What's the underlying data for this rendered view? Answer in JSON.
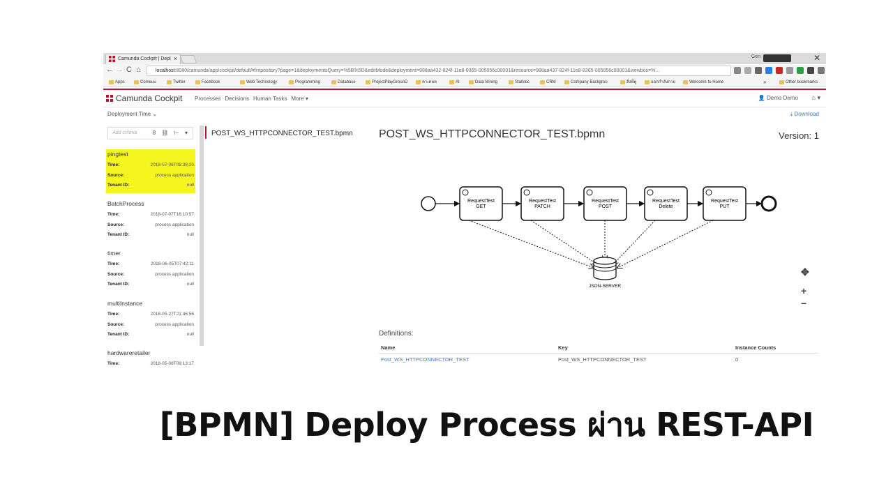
{
  "browser": {
    "tab_title": "Camunda Cockpit | Depl",
    "tab_close": "×",
    "window_close": "✕",
    "url_host": "localhost",
    "url_rest": ":8080/camunda/app/cockpit/default/#/repository?page=1&deploymentsQuery=%5B%5D&editMode&deployment=988aa432-824f-11e8-8365-005056c00001&resource=988aa437-824f-11e8-8365-005056c00001&viewbox=%...",
    "nav": {
      "back": "←",
      "forward": "→",
      "reload": "C",
      "home": "⌂"
    },
    "bookmarks": [
      "Apps",
      "Comeuu",
      "Twitter",
      "Facebook",
      "Web Technology",
      "Programming",
      "Database",
      "ProjectPlayGrounD",
      "คาเคยห",
      "AI",
      "Data Mining",
      "Statistic",
      "CRM",
      "Company Backgrou",
      "สิ่งที่ดู",
      "ออกกำลังกาย",
      "Welcome to Home",
      "Other bookmarks"
    ],
    "more_bookmarks": "»"
  },
  "app": {
    "brand": "Camunda Cockpit",
    "nav": [
      "Processes",
      "Decisions",
      "Human Tasks",
      "More ▾"
    ],
    "user": "Demo Demo",
    "user_icon": "👤",
    "home": "⌂ ▾",
    "sort_label": "Deployment Time ⌄",
    "download": "⤓ Download"
  },
  "sidebar": {
    "filter_placeholder": "Add criteria",
    "filter_icons": "8 ⛓ ⊢ ▾",
    "deployments": [
      {
        "name": "pingtest",
        "time": "2018-07-08T08:38:20",
        "source": "process application",
        "tenant": "null",
        "selected": true
      },
      {
        "name": "BatchProcess",
        "time": "2018-07-07T16:10:57",
        "source": "process application",
        "tenant": "null"
      },
      {
        "name": "timer",
        "time": "2018-06-05T07:42:11",
        "source": "process application",
        "tenant": "null"
      },
      {
        "name": "multiInstance",
        "time": "2018-05-27T21:46:56",
        "source": "process application",
        "tenant": "null"
      },
      {
        "name": "hardwareretailer",
        "time": "2018-05-08T09:13:17",
        "source": "",
        "tenant": ""
      }
    ],
    "labels": {
      "time": "Time:",
      "source": "Source:",
      "tenant": "Tenant ID:"
    }
  },
  "main": {
    "resource_name": "POST_WS_HTTPCONNECTOR_TEST.bpmn",
    "title": "POST_WS_HTTPCONNECTOR_TEST.bpmn",
    "version": "Version: 1",
    "diagram": {
      "tasks": [
        {
          "line1": "RequestTest",
          "line2": "GET"
        },
        {
          "line1": "RequestTest",
          "line2": "PATCH"
        },
        {
          "line1": "RequestTest",
          "line2": "POST"
        },
        {
          "line1": "RequestTest",
          "line2": "Delete"
        },
        {
          "line1": "RequestTest",
          "line2": "PUT"
        }
      ],
      "datastore": "JSON-SERVER"
    },
    "zoom": {
      "fit": "✥",
      "in": "+",
      "out": "−"
    },
    "definitions_title": "Definitions:",
    "table": {
      "headers": [
        "Name",
        "Key",
        "Instance Counts"
      ],
      "rows": [
        [
          "Post_WS_HTTPCONNECTOR_TEST",
          "Post_WS_HTTPCONNECTOR_TEST",
          "0"
        ]
      ]
    }
  },
  "banner": "[BPMN] Deploy Process ผ่าน REST-API",
  "colors": {
    "accent": "#b5152b",
    "highlight": "#f5f520",
    "link": "#3a7bc8"
  }
}
